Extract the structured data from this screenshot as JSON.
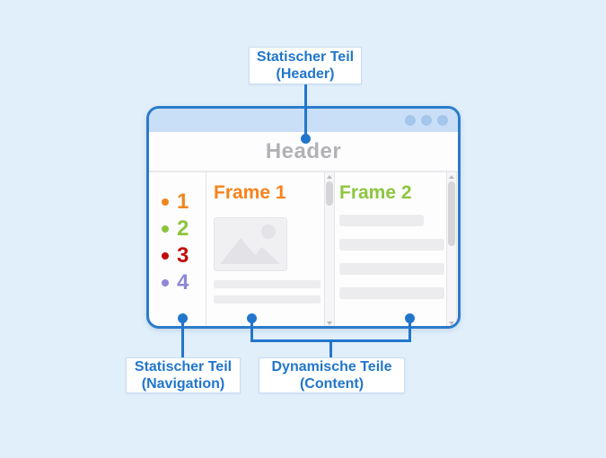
{
  "colors": {
    "background": "#e1effb",
    "accent_blue": "#2176cc",
    "window_border": "#2b7bca",
    "titlebar_bg": "#c9dff7",
    "titlebar_dot": "#a5c6ea",
    "header_text_gray": "#b2b2b6",
    "placeholder_gray": "#ececef"
  },
  "annotations": {
    "header_label": {
      "line1": "Statischer Teil",
      "line2": "(Header)"
    },
    "nav_label": {
      "line1": "Statischer Teil",
      "line2": "(Navigation)"
    },
    "content_label": {
      "line1": "Dynamische Teile",
      "line2": "(Content)"
    }
  },
  "window": {
    "header_title": "Header",
    "nav_items": [
      {
        "number": "1",
        "color": "#f0861f"
      },
      {
        "number": "2",
        "color": "#8cc43e"
      },
      {
        "number": "3",
        "color": "#c10c0c"
      },
      {
        "number": "4",
        "color": "#8d88d8"
      }
    ],
    "frames": [
      {
        "title": "Frame 1",
        "color": "#f8821c"
      },
      {
        "title": "Frame 2",
        "color": "#8dc63f"
      }
    ]
  }
}
